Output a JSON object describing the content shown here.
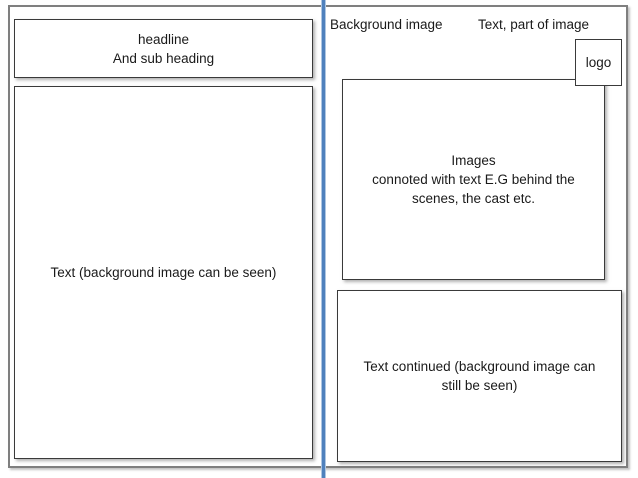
{
  "slide": {
    "divider_color": "#4f81bd",
    "left_page": {
      "headline_box": {
        "text": "headline\nAnd sub heading"
      },
      "body_box": {
        "text": "Text (background image can be seen)"
      }
    },
    "right_page": {
      "background_label": "Background image",
      "text_part_label": "Text, part of image",
      "logo_box": {
        "text": "logo"
      },
      "images_box": {
        "text": "Images\nconnoted with text E.G behind the\nscenes, the cast etc."
      },
      "continued_box": {
        "text": "Text continued (background image can\nstill be seen)"
      }
    }
  }
}
